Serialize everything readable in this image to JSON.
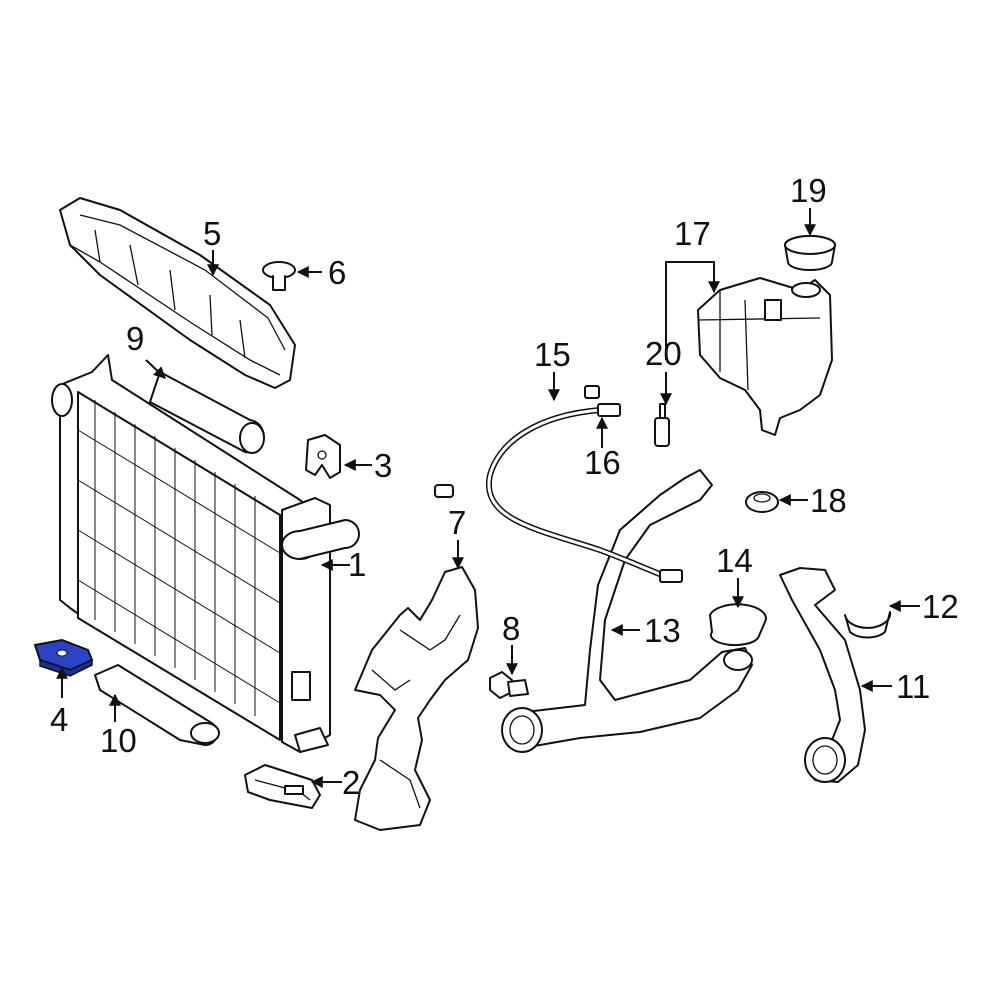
{
  "highlight_color": "#2b44c6",
  "callouts": [
    {
      "id": "1",
      "label": "1"
    },
    {
      "id": "2",
      "label": "2"
    },
    {
      "id": "3",
      "label": "3"
    },
    {
      "id": "4",
      "label": "4"
    },
    {
      "id": "5",
      "label": "5"
    },
    {
      "id": "6",
      "label": "6"
    },
    {
      "id": "7",
      "label": "7"
    },
    {
      "id": "8",
      "label": "8"
    },
    {
      "id": "9",
      "label": "9"
    },
    {
      "id": "10",
      "label": "10"
    },
    {
      "id": "11",
      "label": "11"
    },
    {
      "id": "12",
      "label": "12"
    },
    {
      "id": "13",
      "label": "13"
    },
    {
      "id": "14",
      "label": "14"
    },
    {
      "id": "15",
      "label": "15"
    },
    {
      "id": "16",
      "label": "16"
    },
    {
      "id": "17",
      "label": "17"
    },
    {
      "id": "18",
      "label": "18"
    },
    {
      "id": "19",
      "label": "19"
    },
    {
      "id": "20",
      "label": "20"
    }
  ]
}
